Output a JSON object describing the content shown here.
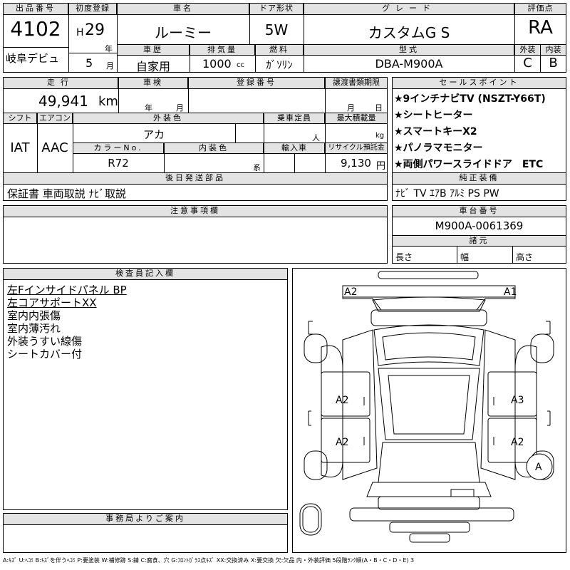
{
  "header": {
    "lot_label": "出品番号",
    "lot_number": "4102",
    "first_reg_label": "初度登録",
    "era": "H",
    "year_value": "29",
    "year_unit": "年",
    "month_value": "5",
    "month_unit": "月",
    "debut": "岐阜デビュ",
    "car_name_label": "車名",
    "car_name": "ルーミー",
    "door_label": "ドア形状",
    "door": "5W",
    "grade_label": "グレード",
    "grade": "カスタムG S",
    "score_label": "評価点",
    "score": "RA",
    "history_label": "車歴",
    "history": "自家用",
    "displacement_label": "排気量",
    "displacement": "1000",
    "displacement_unit": "cc",
    "fuel_label": "燃料",
    "fuel": "ｶﾞｿﾘﾝ",
    "model_label": "型式",
    "model": "DBA-M900A",
    "exterior_label": "外装",
    "exterior": "C",
    "interior_label": "内装",
    "interior": "B"
  },
  "row2": {
    "mileage_label": "走行",
    "mileage": "49,941",
    "mileage_unit": "km",
    "inspection_label": "車検",
    "insp_year_unit": "年",
    "insp_month_unit": "月",
    "reg_no_label": "登録番号",
    "transfer_label": "譲渡書類期限",
    "transfer_month_unit": "月",
    "transfer_day_unit": "日",
    "shift_label": "シフト",
    "shift": "IAT",
    "ac_label": "エアコン",
    "ac": "AAC",
    "ext_color_label": "外装色",
    "ext_color": "アカ",
    "capacity_label": "乗車定員",
    "capacity_unit": "人",
    "load_label": "最大積載量",
    "load_unit": "kg",
    "color_no_label": "カラーNo.",
    "color_no": "R72",
    "int_color_label": "内装色",
    "int_color_unit": "系",
    "import_label": "輸入車",
    "recycle_label": "リサイクル預託金",
    "recycle": "9,130",
    "recycle_unit": "円",
    "docs_label": "後日発送部品",
    "docs": "保証書 車両取説 ﾅﾋﾞ取説"
  },
  "sales_points": {
    "label": "セールスポイント",
    "items": [
      "★9インチナビTV (NSZT-Y66T)",
      "★シートヒーター",
      "★スマートキーX2",
      "★パノラマモニター",
      "★両側パワースライドドア　ETC"
    ]
  },
  "equipment": {
    "label": "純正装備",
    "value": "ﾅﾋﾞ TV ｴｱB ｱﾙﾐ PS PW"
  },
  "notes": {
    "label": "注意事項欄"
  },
  "chassis": {
    "label": "車台番号",
    "value": "M900A-0061369"
  },
  "dims": {
    "label": "諸元",
    "length": "長さ",
    "width": "幅",
    "height": "高さ"
  },
  "inspector": {
    "label": "検査員記入欄",
    "lines": [
      "左Fインサイドパネル BP",
      "左コアサポートXX",
      "室内内張傷",
      "室内薄汚れ",
      "外装うすい線傷",
      "シートカバー付"
    ]
  },
  "office": {
    "label": "事務局よりご案内"
  },
  "diagram": {
    "marks": [
      {
        "id": "front-right",
        "text": "A1"
      },
      {
        "id": "front-left",
        "text": "A2"
      },
      {
        "id": "left-front-door",
        "text": "A2"
      },
      {
        "id": "left-rear-door",
        "text": "A2"
      },
      {
        "id": "right-front-door",
        "text": "A3"
      },
      {
        "id": "right-rear-door",
        "text": "A2"
      },
      {
        "id": "right-rear-wheel",
        "text": "A"
      }
    ]
  },
  "legend": "A:ｷｽﾞ U:ﾍｺﾐ B:ｷｽﾞを伴うﾍｺﾐ P:要塗装 W:補修跡 S:錆 C:腐食、穴 G:ﾌﾛﾝﾄｶﾞﾗｽ点ｷｽﾞ XX:交換済み X:要交換 欠:欠品 内・外装評価 5段階ﾗﾝｸ順(A・B・C・D・E) 3"
}
